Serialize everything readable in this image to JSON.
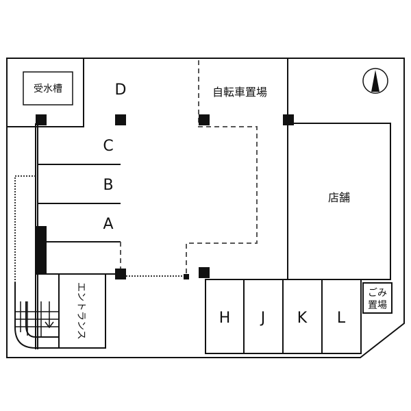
{
  "labels": {
    "water_tank": "受水槽",
    "bicycle_parking": "自転車置場",
    "shop": "店舗",
    "garbage_line1": "ごみ",
    "garbage_line2": "置場",
    "entrance": "エントランス"
  },
  "parking": {
    "left": [
      "D",
      "C",
      "B",
      "A"
    ],
    "bottom": [
      "H",
      "J",
      "K",
      "L"
    ]
  },
  "icons": {
    "north": "north-arrow-icon",
    "stair_arrow": "down-arrow-icon"
  }
}
